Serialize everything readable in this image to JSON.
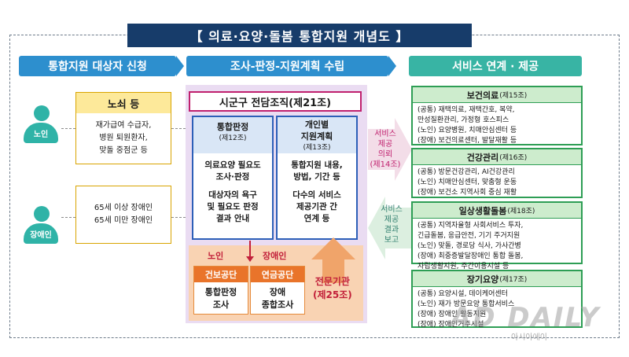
{
  "title": "【 의료·요양·돌봄 통합지원 개념도 】",
  "headers": {
    "left": "통합지원 대상자 신청",
    "middle": "조사-판정-지원계획 수립",
    "right": "서비스 연계 · 제공"
  },
  "persons": {
    "elder": "노인",
    "disabled": "장애인"
  },
  "elder_box": {
    "title": "노쇠 등",
    "lines": [
      "재가급여 수급자,",
      "병원 퇴원환자,",
      "맞돌 중점군 등"
    ]
  },
  "disabled_box": {
    "lines": [
      "65세 이상 장애인",
      "65세 미만 장애인"
    ]
  },
  "center": {
    "head": "시군구 전담조직(제21조)",
    "card1": {
      "title": "통합판정",
      "sub": "(제12조)",
      "text1": [
        "의료요양 필요도",
        "조사·판정"
      ],
      "text2": [
        "대상자의 욕구",
        "및 필요도 판정",
        "결과 안내"
      ]
    },
    "card2": {
      "title_lines": [
        "개인별",
        "지원계획"
      ],
      "sub": "(제13조)",
      "text1": [
        "통합지원 내용,",
        "방법, 기간 등"
      ],
      "text2": [
        "다수의 서비스",
        "제공기관 간",
        "연계 등"
      ]
    },
    "label_elder": "노인",
    "label_disabled": "장애인",
    "org1": {
      "head": "건보공단",
      "lines": [
        "통합판정",
        "조사"
      ]
    },
    "org2": {
      "head": "연금공단",
      "lines": [
        "장애",
        "종합조사"
      ]
    },
    "expert_lines": [
      "전문기관",
      "(제25조)"
    ]
  },
  "arrows": {
    "request_lines": [
      "서비스",
      "제공",
      "의뢰",
      "(제14조)"
    ],
    "report_lines": [
      "서비스",
      "제공",
      "결과",
      "보고"
    ]
  },
  "services": [
    {
      "name": "보건의료",
      "num": "(제15조)",
      "items": [
        "(공통) 재택의료, 재택간호, 복약,",
        "만성질환관리, 가정형 호스피스",
        "(노인) 요양병원, 치매안심센터 등",
        "(장애) 보건의료센터, 발달재활 등"
      ]
    },
    {
      "name": "건강관리",
      "num": "(제16조)",
      "items": [
        "(공통) 방문건강관리, AI건강관리",
        "(노인) 치매안심센터, 맞춤형 운동",
        "(장애) 보건소 지역사회 중심 재활"
      ]
    },
    {
      "name": "일상생활돌봄",
      "num": "(제18조)",
      "items": [
        "(공통) 지역자율형 사회서비스 투자,",
        "긴급돌봄, 응급안전, 기기 주거지원",
        "(노인) 맞돌, 경로당 식사, 가사간병",
        "(장애) 최중증발달장애인 통합 돌봄,",
        "자립생활지원, 주간이용시설 등"
      ]
    },
    {
      "name": "장기요양",
      "num": "(제17조)",
      "items": [
        "(공통) 요양시설, 데이케어센터",
        "(노인) 재가 방문요양 통합서비스",
        "(장애) 장애인 활동지원",
        "(장애) 장애인거주시설"
      ]
    }
  ],
  "watermark": "AD DAILY",
  "watermark_sub": "아시아에이"
}
